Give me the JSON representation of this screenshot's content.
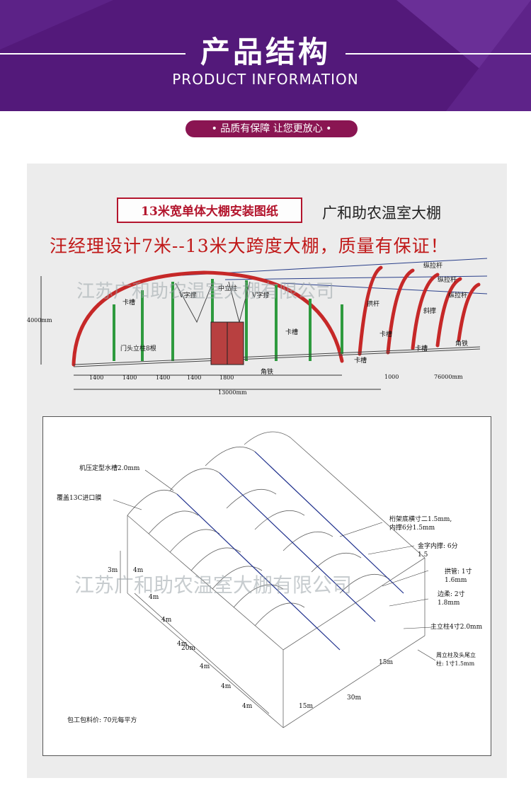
{
  "header": {
    "title": "产品结构",
    "subtitle": "PRODUCT INFORMATION",
    "tagline": "• 品质有保障 让您更放心 •"
  },
  "drawing1": {
    "title_box": "13米宽单体大棚安装图纸",
    "company": "广和助农温室大棚",
    "slogan": "汪经理设计7米--13米大跨度大棚，质量有保证！",
    "labels": {
      "zong_la_gan_1": "纵拉杆",
      "zong_la_gan_2": "纵拉杆",
      "zong_la_gan_3": "纵拉杆",
      "zhong_li_zhu": "中立柱",
      "v_zi_cheng_1": "V字撑",
      "v_zi_cheng_2": "V字撑",
      "ka_cao_1": "卡槽",
      "ka_cao_2": "卡槽",
      "ka_cao_3": "卡槽",
      "ka_cao_4": "卡槽",
      "ka_cao_5": "卡槽",
      "gong_gan": "拱杆",
      "xie_cheng": "斜撑",
      "jiao_tie_1": "角铁",
      "jiao_tie_2": "角铁",
      "men_tou_li_zhu": "门头立柱8根",
      "height": "4000mm",
      "length": "76000mm",
      "end": "1000",
      "width_total": "13000mm",
      "span_1": "1400",
      "span_2": "1400",
      "span_3": "1400",
      "span_4": "1400",
      "span_5": "1800"
    },
    "watermark": "江苏广和助农温室大棚有限公司"
  },
  "drawing2": {
    "labels": {
      "water_channel": "机压定型水槽2.0mm",
      "film": "覆盖13C进口膜",
      "height": "3m",
      "truss": "桁架底横寸二1.5mm,",
      "truss2": "内撑6分1.5mm",
      "inner_brace": "金字内撑: 6分",
      "inner_brace2": "1.5",
      "arch_pipe": "拱管: 1寸",
      "arch_pipe2": "1.6mm",
      "connector": "边柔: 2寸",
      "connector2": "1.8mm",
      "main_column": "主立柱4寸2.0mm",
      "end_column": "周立柱及头尾立",
      "end_column2": "柱: 1寸1.5mm",
      "bay_1": "4m",
      "bay_2": "4m",
      "bay_3": "4m",
      "bay_4": "4m",
      "bay_5": "4m",
      "bay_6": "4m",
      "bay_7": "4m",
      "total_len": "20m",
      "span_a": "15m",
      "span_b": "15m",
      "total_width": "30m",
      "price": "包工包料价: 70元每平方"
    },
    "watermark": "江苏广和助农温室大棚有限公司"
  },
  "colors": {
    "banner": "#53197a",
    "pill": "#8a1552",
    "arch_red": "#c62828",
    "post_green": "#2e9a3e",
    "slogan_red": "#c01818"
  }
}
